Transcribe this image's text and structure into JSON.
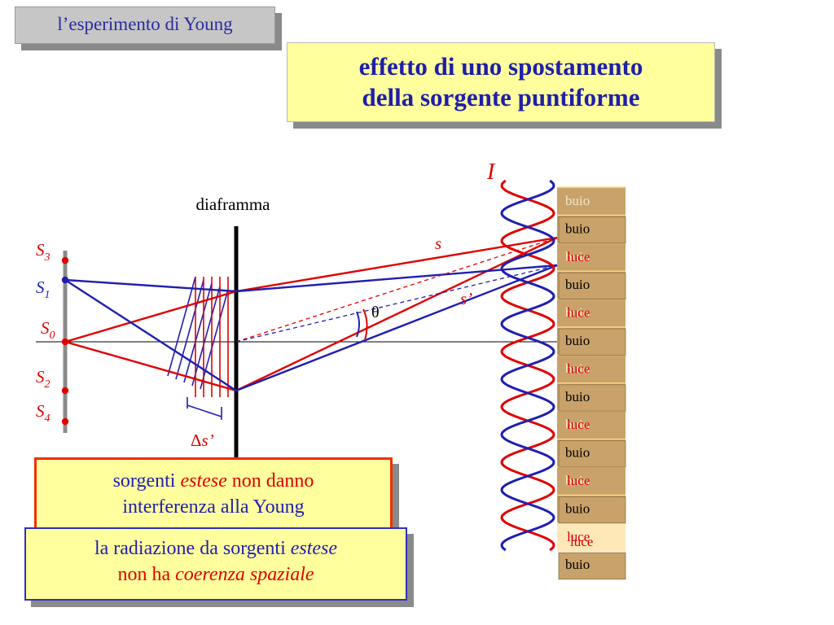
{
  "header": {
    "title": "l’esperimento di Young"
  },
  "title": {
    "line1": "effetto di uno spostamento",
    "line2": "della sorgente puntiforme"
  },
  "diagram": {
    "diaphragm_label": "diaframma",
    "intensity_label": "I",
    "path_s": "s",
    "path_s_prime": "s’",
    "angle": "θ",
    "delta_s_prefix": "Δ",
    "delta_s_var": "s’",
    "sources": [
      {
        "letter": "S",
        "sub": "3",
        "color": "#e00000"
      },
      {
        "letter": "S",
        "sub": "1",
        "color": "#1f1fb0"
      },
      {
        "letter": "S",
        "sub": "0",
        "color": "#e00000"
      },
      {
        "letter": "S",
        "sub": "2",
        "color": "#e00000"
      },
      {
        "letter": "S",
        "sub": "4",
        "color": "#e00000"
      }
    ],
    "strip_layers": {
      "faint": [
        "buio",
        "luce",
        "buio",
        "luce",
        "buio",
        "luce",
        "buio",
        "luce",
        "buio",
        "luce",
        "buio",
        "luce",
        "buio"
      ],
      "dark_words": [
        "buio",
        "buio",
        "buio",
        "buio",
        "buio",
        "buio",
        "buio"
      ],
      "red_words": [
        "luce",
        "luce",
        "luce",
        "luce",
        "luce",
        "luce"
      ],
      "last": "luce"
    }
  },
  "notes": {
    "note1": {
      "a": "sorgenti ",
      "b": "estese",
      "c": " non danno",
      "line2": "interferenza alla  Young"
    },
    "note2": {
      "a": "la radiazione da sorgenti ",
      "b": "estese",
      "c": "non ha ",
      "d": "coerenza spaziale"
    }
  }
}
